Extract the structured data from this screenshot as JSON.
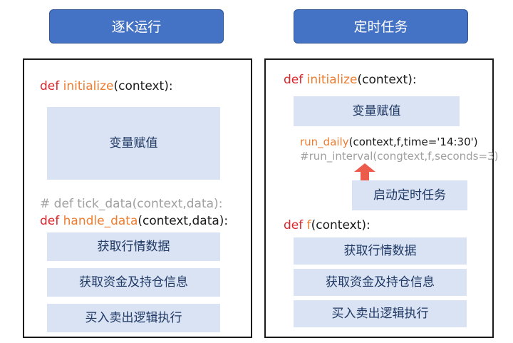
{
  "headers": {
    "left": "逐K运行",
    "right": "定时任务"
  },
  "left": {
    "line1": {
      "kw": "def",
      "fn": "initialize",
      "args": "(context):"
    },
    "block_var": "变量赋值",
    "comment": "# def tick_data(context,data):",
    "line2": {
      "kw": "def",
      "fn": "handle_data",
      "args": "(context,data):"
    },
    "blocks": [
      "获取行情数据",
      "获取资金及持仓信息",
      "买入卖出逻辑执行"
    ]
  },
  "right": {
    "line1": {
      "kw": "def",
      "fn": "initialize",
      "args": "(context):"
    },
    "block_var": "变量赋值",
    "run_daily": {
      "fn": "run_daily",
      "args": "(context,f,time='14:30')"
    },
    "run_interval": "#run_interval(congtext,f,seconds=3)",
    "start_task": "启动定时任务",
    "line2": {
      "kw": "def",
      "fn": "f",
      "args": "(context):"
    },
    "blocks": [
      "获取行情数据",
      "获取资金及持仓信息",
      "买入卖出逻辑执行"
    ]
  },
  "colors": {
    "header_bg": "#4472c4",
    "block_bg": "#dae3f3",
    "keyword": "#d9262b",
    "function": "#ed7d31",
    "comment": "#a0a0a0",
    "arrow": "#ed5b4d"
  }
}
